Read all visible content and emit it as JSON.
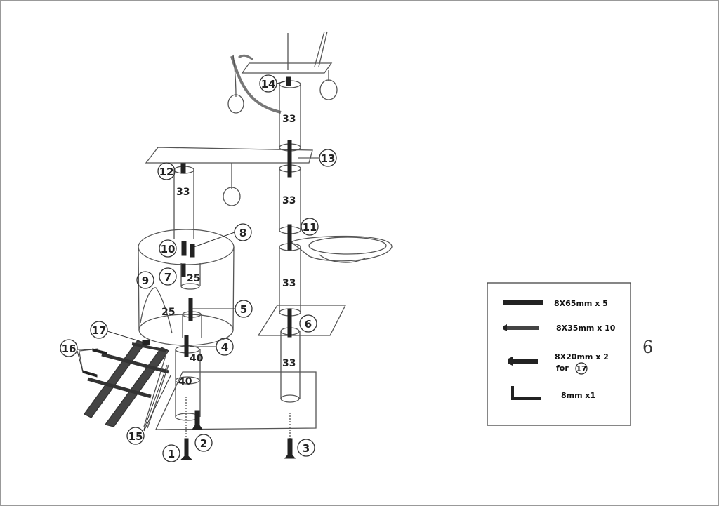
{
  "page_number": "6",
  "callouts": [
    "1",
    "2",
    "3",
    "4",
    "5",
    "6",
    "7",
    "8",
    "9",
    "10",
    "11",
    "12",
    "13",
    "14",
    "15",
    "16",
    "17"
  ],
  "post_segments": [
    "33",
    "33",
    "33",
    "33",
    "33",
    "25",
    "25",
    "40",
    "40"
  ],
  "hardware_legend": {
    "items": [
      {
        "label": "8X65mm  x 5",
        "icon": "long-bolt-icon"
      },
      {
        "label": "8X35mm  x 10",
        "icon": "screw-icon"
      },
      {
        "label": "8X20mm  x 2",
        "sublabel": "for",
        "ref": "17",
        "icon": "short-screw-icon"
      },
      {
        "label": "8mm   x1",
        "icon": "allen-key-icon"
      }
    ]
  }
}
